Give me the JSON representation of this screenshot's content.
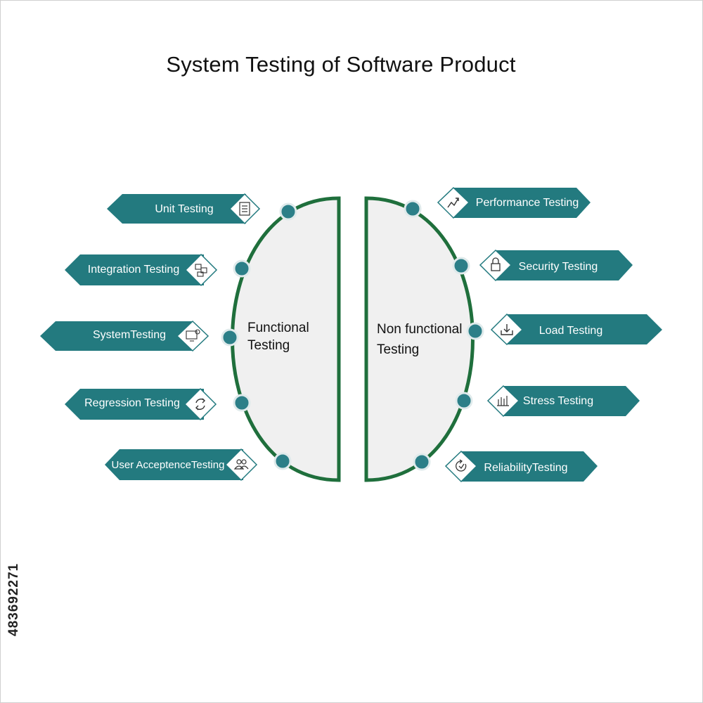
{
  "title": "System Testing  of Software Product",
  "colors": {
    "banner": "#237a7f",
    "outline": "#1f6f3c",
    "half_fill": "#f0f0f0",
    "node_fill": "#2c7f88",
    "icon_stroke": "#333333"
  },
  "functional": {
    "heading_line1": "Functional",
    "heading_line2": "Testing",
    "items": [
      {
        "label": "Unit Testing",
        "icon": "document-icon"
      },
      {
        "label": "Integration Testing",
        "icon": "blocks-icon"
      },
      {
        "label": "SystemTesting",
        "icon": "monitor-gear-icon"
      },
      {
        "label": "Regression Testing",
        "icon": "cycle-arrows-icon"
      },
      {
        "label": "User AcceptenceTesting",
        "icon": "users-icon"
      }
    ]
  },
  "non_functional": {
    "heading_line1": "Non functional",
    "heading_line2": "Testing",
    "items": [
      {
        "label": "Performance Testing",
        "icon": "trend-arrow-icon"
      },
      {
        "label": "Security Testing",
        "icon": "padlock-icon"
      },
      {
        "label": "Load Testing",
        "icon": "download-tray-icon"
      },
      {
        "label": "Stress Testing",
        "icon": "stress-gauge-icon"
      },
      {
        "label": "ReliabilityTesting",
        "icon": "refresh-check-icon"
      }
    ]
  },
  "stock_id": "483692271"
}
